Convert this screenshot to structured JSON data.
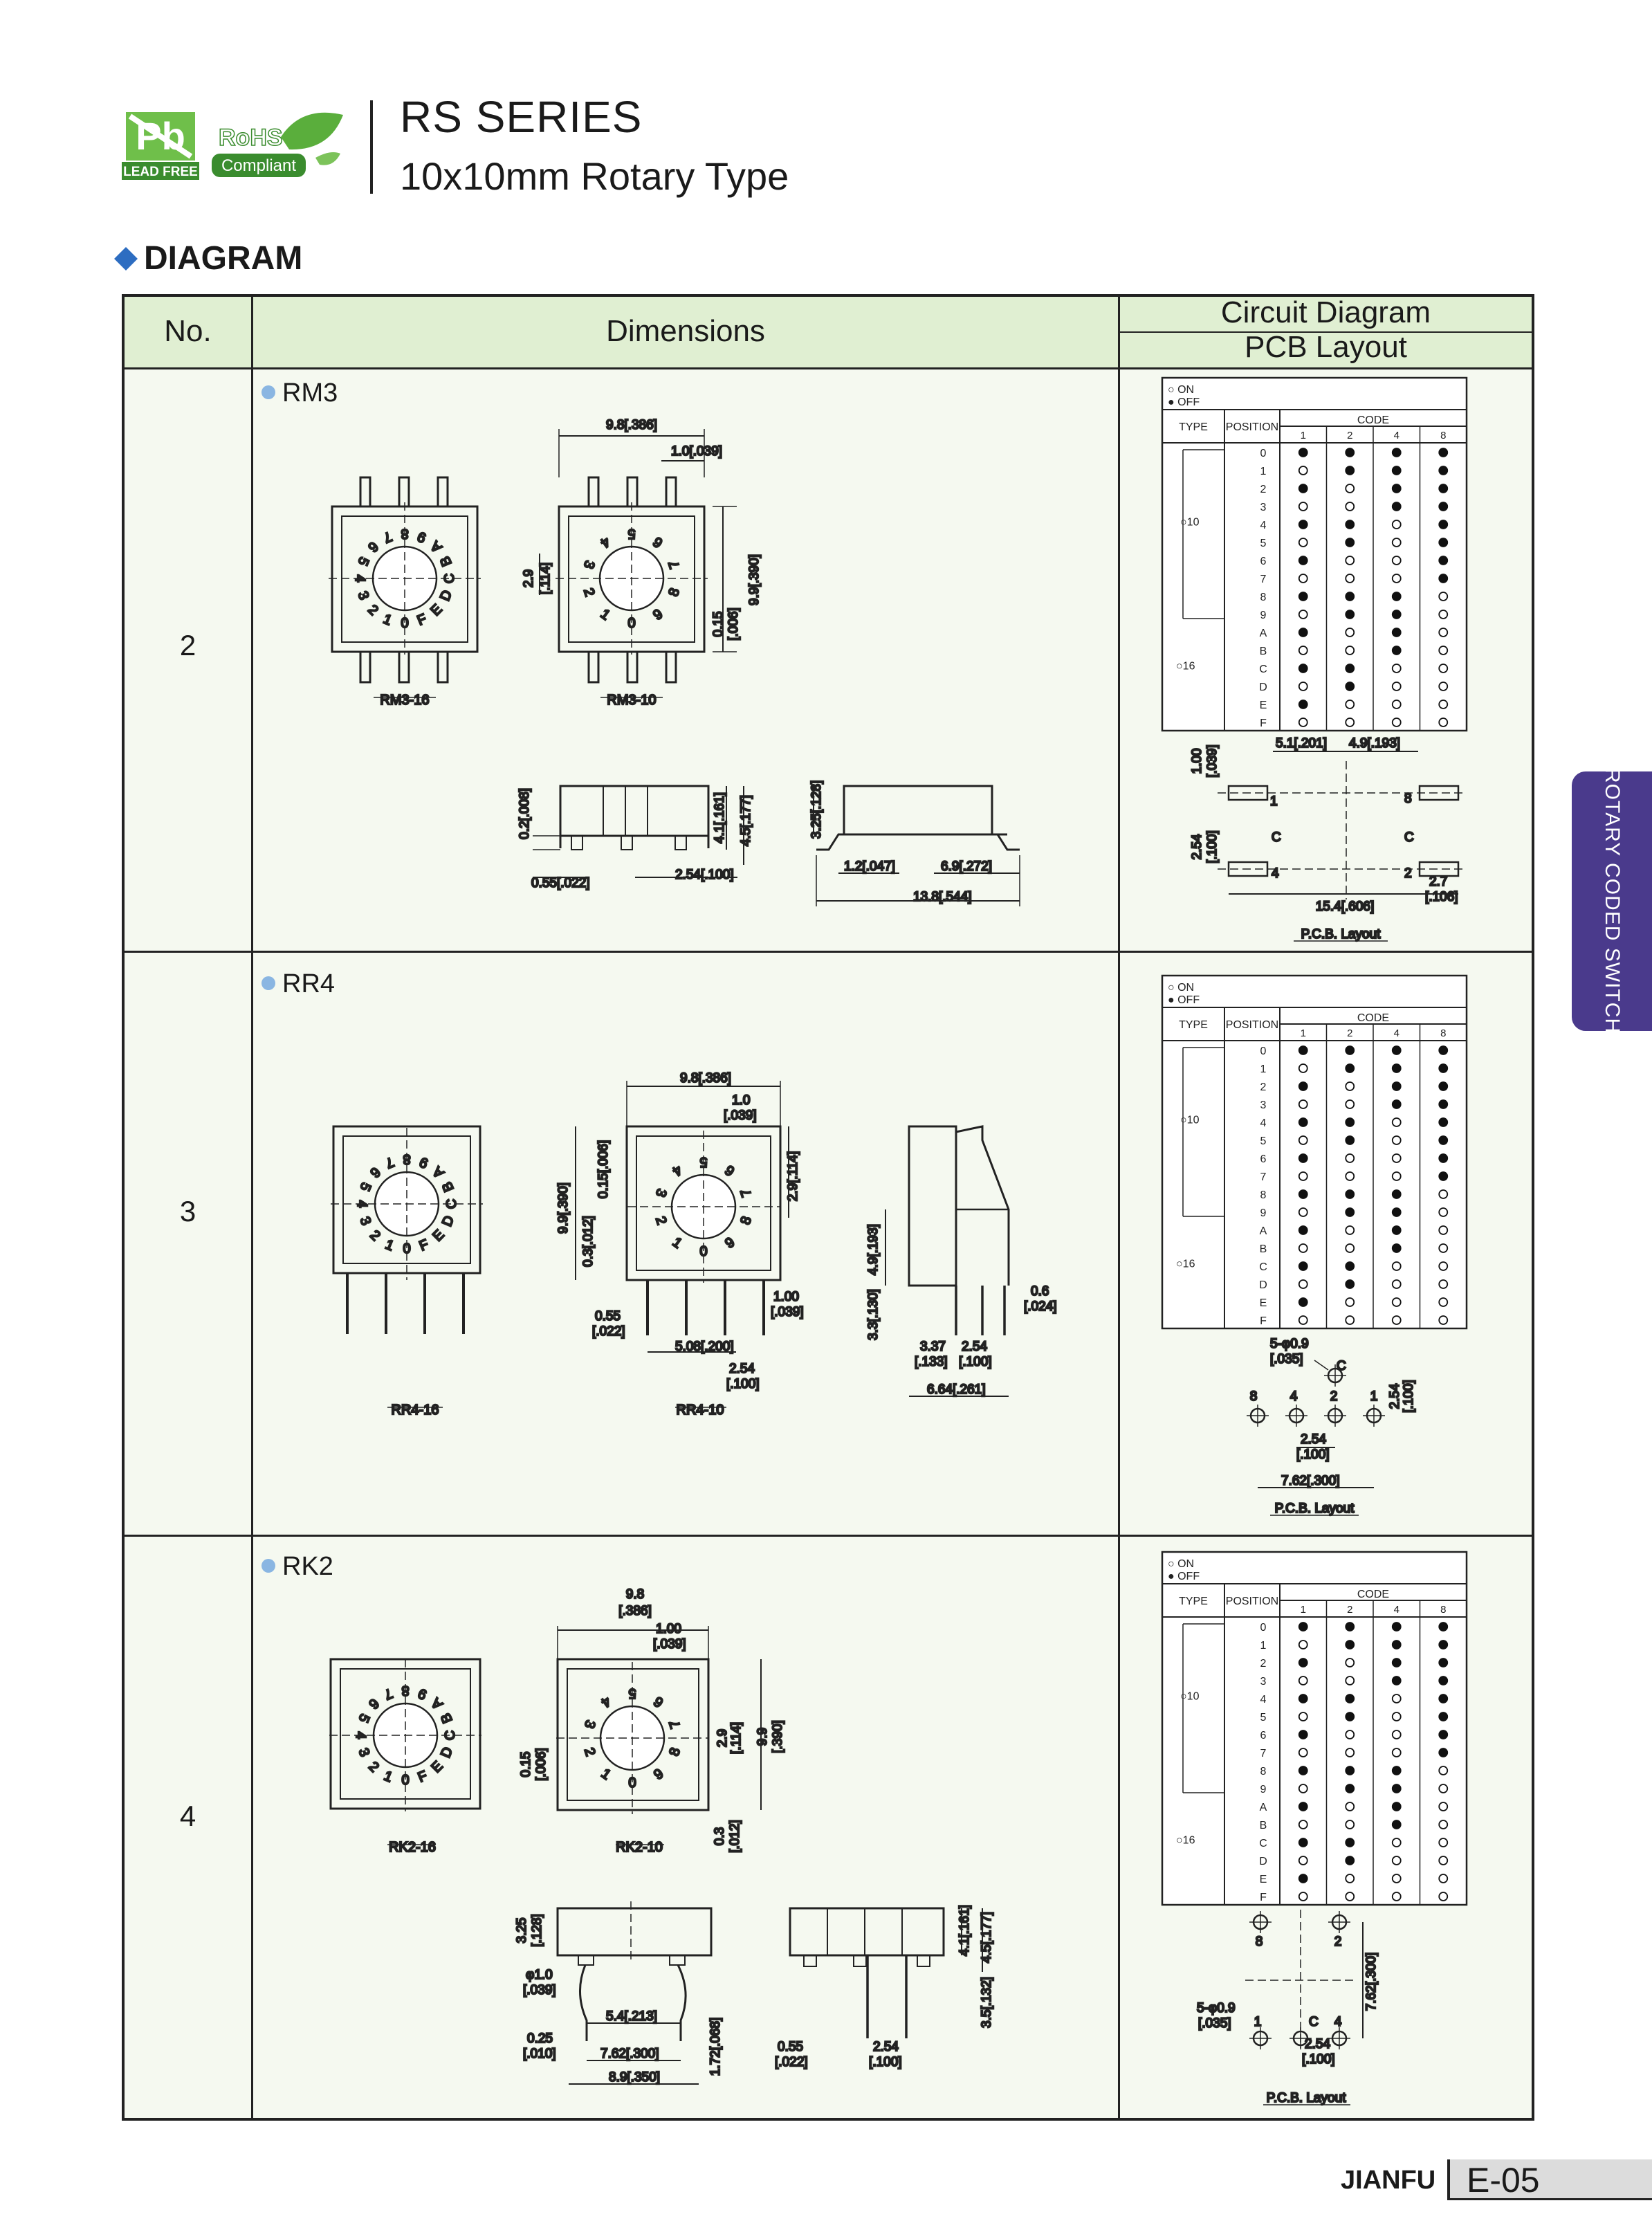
{
  "header": {
    "lead_free_label": "LEAD FREE",
    "rohs_label": "RoHS",
    "compliant_label": "Compliant",
    "series_title": "RS SERIES",
    "subtitle": "10x10mm Rotary Type"
  },
  "section_title": "DIAGRAM",
  "table": {
    "col_no": "No.",
    "col_dimensions": "Dimensions",
    "col_circuit": "Circuit Diagram",
    "col_pcb": "PCB Layout",
    "rows": [
      {
        "no": "2",
        "model": "RM3",
        "views": [
          "RM3-16",
          "RM3-10"
        ]
      },
      {
        "no": "3",
        "model": "RR4",
        "views": [
          "RR4-16",
          "RR4-10"
        ]
      },
      {
        "no": "4",
        "model": "RK2",
        "views": [
          "RK2-16",
          "RK2-10"
        ]
      }
    ]
  },
  "code_table": {
    "on_label": "○ ON",
    "off_label": "● OFF",
    "type_header": "TYPE",
    "position_header": "POSITION",
    "code_header": "CODE",
    "code_cols": [
      "1",
      "2",
      "4",
      "8"
    ],
    "type10": "○10",
    "type16": "○16",
    "positions": [
      "0",
      "1",
      "2",
      "3",
      "4",
      "5",
      "6",
      "7",
      "8",
      "9",
      "A",
      "B",
      "C",
      "D",
      "E",
      "F"
    ]
  },
  "pcb_label": "P.C.B. Layout",
  "dims": {
    "rm3": [
      "9.8[.386]",
      "1.0[.039]",
      "2.9",
      "[.114]",
      "9.9[.390]",
      "0.15",
      "[.006]",
      "0.2[.008]",
      "0.55[.022]",
      "2.54[.100]",
      "4.1[.161]",
      "4.5[.177]",
      "3.25[.128]",
      "1.2[.047]",
      "6.9[.272]",
      "13.8[.544]"
    ],
    "rm3_pcb": [
      "1.00",
      "[.039]",
      "5.1[.201]",
      "4.9[.193]",
      "2.54",
      "[.100]",
      "15.4[.606]",
      "2.7",
      "[.106]",
      "1",
      "8",
      "C",
      "C",
      "4",
      "2"
    ],
    "rr4": [
      "9.8[.386]",
      "1.0",
      "[.039]",
      "2.9[.114]",
      "9.9[.390]",
      "0.15[.006]",
      "0.3[.012]",
      "0.55",
      "[.022]",
      "1.00",
      "[.039]",
      "5.08[.200]",
      "2.54",
      "[.100]",
      "4.9[.193]",
      "3.3[.130]",
      "3.37",
      "[.133]",
      "2.54",
      "[.100]",
      "0.6",
      "[.024]",
      "6.64[.261]"
    ],
    "rr4_pcb": [
      "5-φ0.9",
      "[.035]",
      "C",
      "8",
      "4",
      "2",
      "1",
      "2.54",
      "[.100]",
      "2.54",
      "[.100]",
      "7.62[.300]"
    ],
    "rk2": [
      "9.8",
      "[.386]",
      "1.00",
      "[.039]",
      "2.9",
      "[.114]",
      "9.9",
      "[.390]",
      "0.15",
      "[.006]",
      "0.3",
      "[.012]",
      "3.25",
      "[.128]",
      "φ1.0",
      "[.039]",
      "5.4[.213]",
      "0.25",
      "[.010]",
      "7.62[.300]",
      "8.9[.350]",
      "1.72[.068]",
      "0.55",
      "[.022]",
      "2.54",
      "[.100]",
      "4.1[.161]",
      "4.5[.177]",
      "3.5[.132]"
    ],
    "rk2_pcb": [
      "8",
      "2",
      "5-φ0.9",
      "[.035]",
      "1",
      "C",
      "4",
      "7.62[.300]",
      "2.54",
      "[.100]"
    ]
  },
  "side_tab": "ROTARY CODED SWITCH",
  "footer": {
    "brand": "JIANFU",
    "page": "E-05"
  }
}
